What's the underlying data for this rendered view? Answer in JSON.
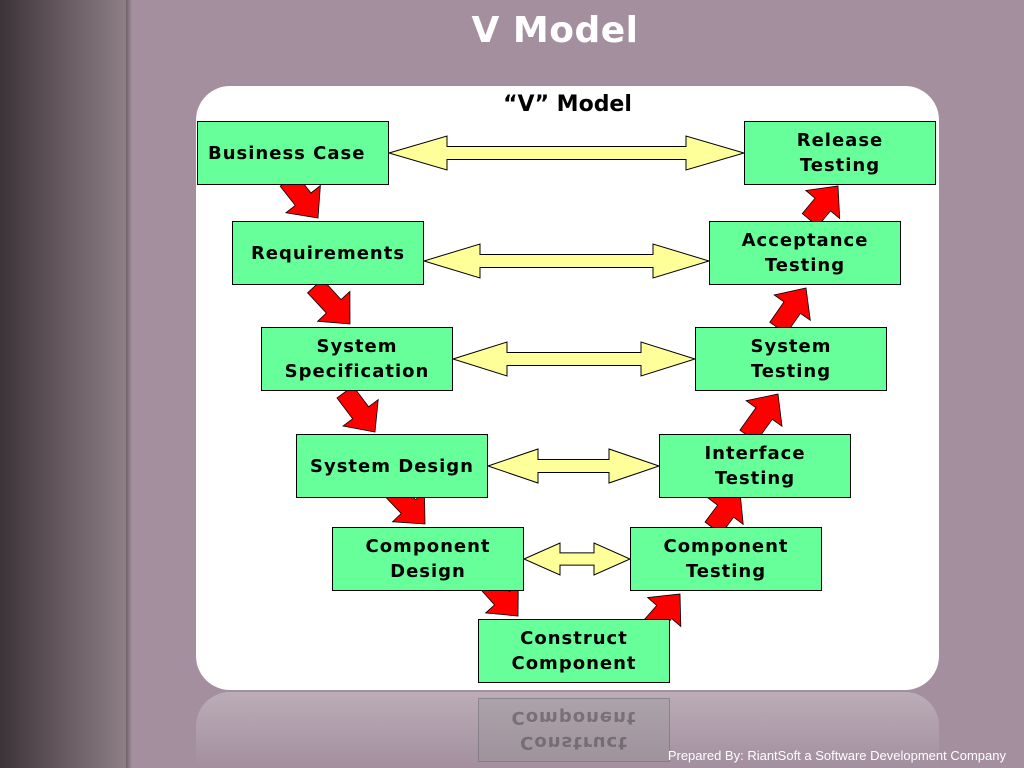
{
  "slide": {
    "title": "V Model",
    "footer": "Prepared By: RiantSoft a Software Development Company"
  },
  "diagram": {
    "title": "“V” Model",
    "left_nodes": [
      {
        "lines": [
          "Business Case"
        ]
      },
      {
        "lines": [
          "Requirements"
        ]
      },
      {
        "lines": [
          "System",
          "Specification"
        ]
      },
      {
        "lines": [
          "System Design"
        ]
      },
      {
        "lines": [
          "Component",
          "Design"
        ]
      }
    ],
    "bottom_node": {
      "lines": [
        "Construct",
        "Component"
      ]
    },
    "right_nodes": [
      {
        "lines": [
          "Release",
          "Testing"
        ]
      },
      {
        "lines": [
          "Acceptance",
          "Testing"
        ]
      },
      {
        "lines": [
          "System",
          "Testing"
        ]
      },
      {
        "lines": [
          "Interface",
          "Testing"
        ]
      },
      {
        "lines": [
          "Component",
          "Testing"
        ]
      }
    ],
    "reflection_lines": [
      "Construct",
      "Component"
    ]
  },
  "colors": {
    "box_fill": "#66ff99",
    "arrow_fill": "#ff0000",
    "double_arrow_fill": "#ffff99",
    "panel": "#ffffff",
    "background": "#a38f9e"
  }
}
